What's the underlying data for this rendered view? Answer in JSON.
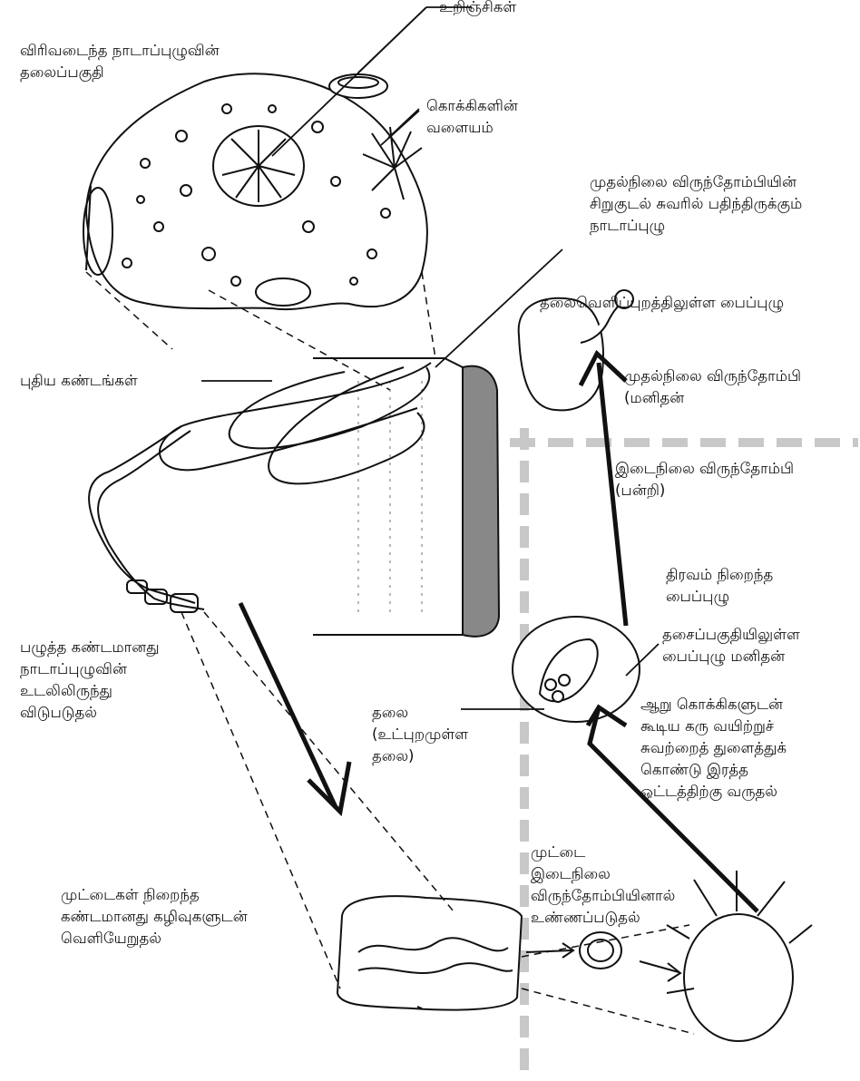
{
  "labels": {
    "suckers": "உறிஞ்சிகள்",
    "scolex_expanded": "விரிவடைந்த நாடாப்புழுவின்\nதலைப்பகுதி",
    "hook_ring": "கொக்கிகளின்\nவளையம்",
    "tapeworm_in_intestine": "முதல்நிலை விருந்தோம்பியின்\nசிறுகுடல் சுவரில் பதிந்திருக்கும்\nநாடாப்புழு",
    "everted_cyst": "தலைவெளிப்புறத்திலுள்ள பைப்புழு",
    "new_segments": "புதிய கண்டங்கள்",
    "primary_host": "முதல்நிலை விருந்தோம்பி\n(மனிதன்",
    "intermediate_host": "இடைநிலை விருந்தோம்பி\n(பன்றி)",
    "fluid_cyst": "திரவம் நிறைந்த\nபைப்புழு",
    "muscle_cyst": "தசைப்பகுதியிலுள்ள\nபைப்புழு மனிதன்",
    "mature_segment": "பழுத்த கண்டமானது\nநாடாப்புழுவின்\nஉடலிலிருந்து\nவிடுபடுதல்",
    "head_inverted": "தலை\n(உட்புறமுள்ள\nதலை)",
    "hexacanth": "ஆறு கொக்கிகளுடன்\nகூடிய கரு வயிற்றுச்\nசுவற்றைத் துளைத்துக்\nகொண்டு இரத்த\nஓட்டத்திற்கு வருதல்",
    "egg_eaten": "முட்டை\nஇடைநிலை\nவிருந்தோம்பியினால்\nஉண்ணப்படுதல்",
    "segment_egg_release": "முட்டைகள் நிறைந்த\nகண்டமானது கழிவுகளுடன்\nவெளியேறுதல்"
  },
  "colors": {
    "ink": "#111111",
    "divider": "#c8c8c8",
    "muscle": "#888888"
  }
}
